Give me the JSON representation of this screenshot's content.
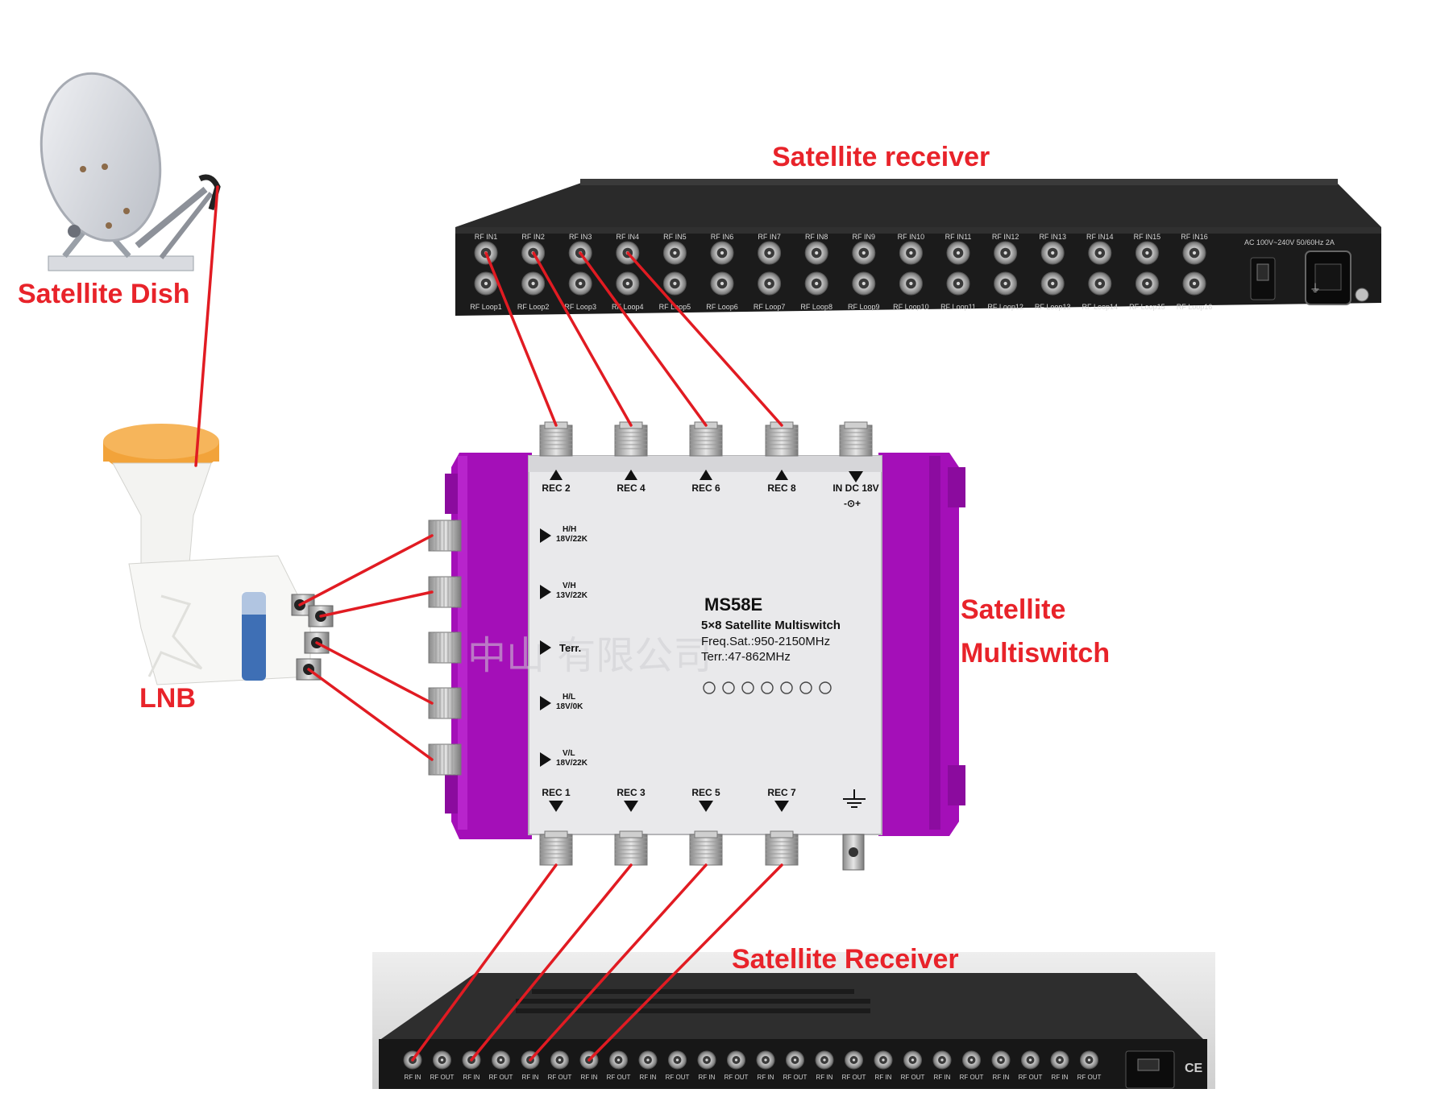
{
  "labels": {
    "dish": "Satellite Dish",
    "lnb": "LNB",
    "top_receiver": "Satellite receiver",
    "multiswitch_line1": "Satellite",
    "multiswitch_line2": "Multiswitch",
    "bottom_receiver": "Satellite Receiver"
  },
  "top_receiver": {
    "in_ports": [
      "RF IN1",
      "RF IN2",
      "RF IN3",
      "RF IN4",
      "RF IN5",
      "RF IN6",
      "RF IN7",
      "RF IN8",
      "RF IN9",
      "RF IN10",
      "RF IN11",
      "RF IN12",
      "RF IN13",
      "RF IN14",
      "RF IN15",
      "RF IN16"
    ],
    "loop_ports": [
      "RF Loop1",
      "RF Loop2",
      "RF Loop3",
      "RF Loop4",
      "RF Loop5",
      "RF Loop6",
      "RF Loop7",
      "RF Loop8",
      "RF Loop9",
      "RF Loop10",
      "RF Loop11",
      "RF Loop12",
      "RF Loop13",
      "RF Loop14",
      "RF Loop15",
      "RF Loop16"
    ],
    "power_label": "AC 100V~240V  50/60Hz  2A"
  },
  "multiswitch": {
    "model": "MS58E",
    "desc": "5×8 Satellite Multiswitch",
    "freq_sat": "Freq.Sat.:950-2150MHz",
    "freq_terr": "Terr.:47-862MHz",
    "top_ports": [
      "REC 2",
      "REC 4",
      "REC 6",
      "REC 8",
      "IN DC 18V"
    ],
    "dc_symbol": "-⊙+",
    "bottom_ports": [
      "REC 1",
      "REC 3",
      "REC 5",
      "REC 7"
    ],
    "inputs": [
      {
        "l1": "H/H",
        "l2": "18V/22K"
      },
      {
        "l1": "V/H",
        "l2": "13V/22K"
      },
      {
        "l1": "Terr.",
        "l2": ""
      },
      {
        "l1": "H/L",
        "l2": "18V/0K"
      },
      {
        "l1": "V/L",
        "l2": "18V/22K"
      }
    ]
  },
  "bottom_receiver": {
    "port_labels": [
      "RF IN",
      "RF OUT",
      "RF IN",
      "RF OUT",
      "RF IN",
      "RF OUT",
      "RF IN",
      "RF OUT",
      "RF IN",
      "RF OUT",
      "RF IN",
      "RF OUT",
      "RF IN",
      "RF OUT",
      "RF IN",
      "RF OUT",
      "RF IN",
      "RF OUT",
      "RF IN",
      "RF OUT",
      "RF IN",
      "RF OUT",
      "RF IN",
      "RF OUT"
    ],
    "ce_mark": "CE"
  },
  "colors": {
    "label_red": "#e8232a",
    "cable_red": "#e11b22",
    "multiswitch_purple": "#a40fb8",
    "receiver_black": "#1b1b1b"
  }
}
